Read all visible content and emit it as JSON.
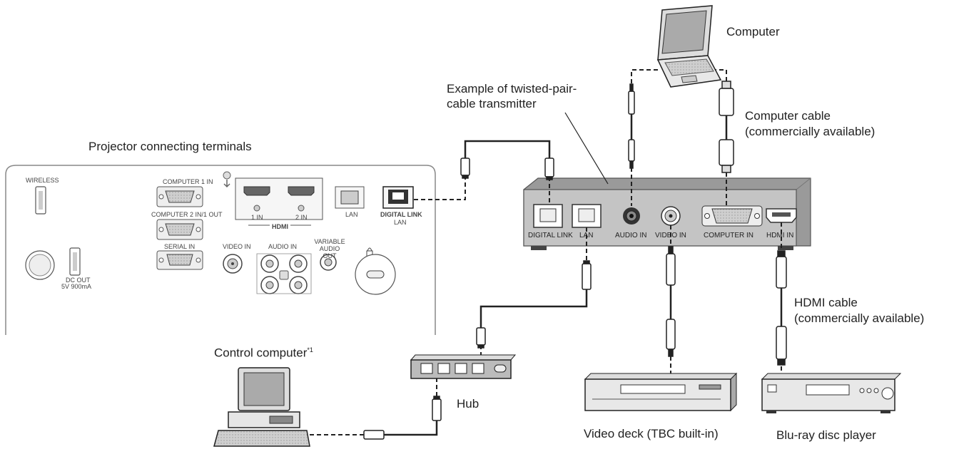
{
  "labels": {
    "computer": "Computer",
    "transmitter_line1": "Example of twisted-pair-",
    "transmitter_line2": "cable transmitter",
    "computer_cable_line1": "Computer cable",
    "computer_cable_line2": "(commercially available)",
    "projector_terminals": "Projector connecting terminals",
    "hdmi_cable_line1": "HDMI cable",
    "hdmi_cable_line2": "(commercially available)",
    "control_computer": "Control computer",
    "control_computer_note": "*1",
    "hub": "Hub",
    "video_deck": "Video deck (TBC built-in)",
    "bluray": "Blu-ray disc player"
  },
  "transmitter_ports": {
    "digital_link": "DIGITAL LINK",
    "lan": "LAN",
    "audio_in": "AUDIO IN",
    "video_in": "VIDEO IN",
    "computer_in": "COMPUTER IN",
    "hdmi_in": "HDMI IN"
  },
  "projector_ports": {
    "wireless": "WIRELESS",
    "computer1_in": "COMPUTER 1 IN",
    "computer2": "COMPUTER 2 IN/1 OUT",
    "serial_in": "SERIAL IN",
    "video_in": "VIDEO IN",
    "audio_in": "AUDIO IN",
    "variable_audio_out": "VARIABLE AUDIO OUT",
    "hdmi": "HDMI",
    "hdmi1": "1 IN",
    "hdmi2": "2 IN",
    "lan": "LAN",
    "digital_link": "DIGITAL LINK",
    "digital_link_lan": "LAN",
    "dc_out": "DC OUT",
    "dc_out_spec": "5V 900mA"
  }
}
